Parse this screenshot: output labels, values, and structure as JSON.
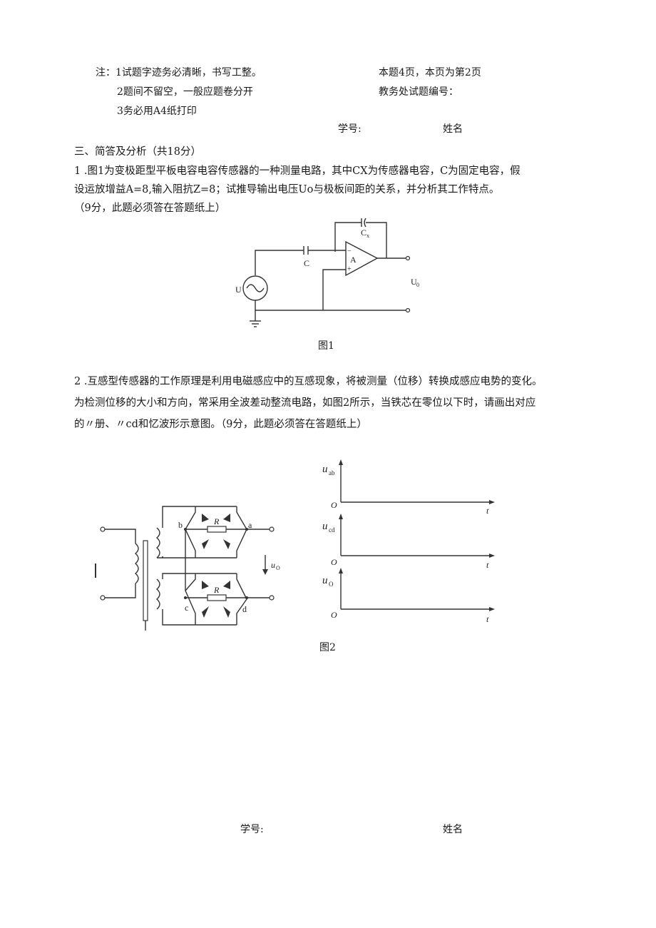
{
  "header": {
    "notes": [
      "注：1试题字迹务必清晰，书写工整。",
      "2题间不留空，一般应题卷分开",
      "3务必用A4纸打印"
    ],
    "page_info": "本题4页，本页为第2页",
    "exam_code_label": "教务处试题编号：",
    "student_id_label": "学号:",
    "name_label": "姓名"
  },
  "section": {
    "title": "三、简答及分析（共18分）"
  },
  "q1": {
    "line1": "1 .图1为变极距型平板电容电容传感器的一种测量电路，其中CX为传感器电容，C为固定电容，假",
    "line2": "设运放增益A=8,输入阻抗Z=8；试推导输出电压Uo与极板间距的关系，并分析其工作特点。",
    "line3": "（9分，此题必须答在答题纸上）"
  },
  "fig1": {
    "label_cx": "C",
    "label_cx_sub": "x",
    "label_c": "C",
    "label_a": "A",
    "label_minus": "−",
    "label_plus": "+",
    "label_u": "U",
    "label_uo": "U",
    "label_uo_sub": "0",
    "caption": "图1"
  },
  "q2": {
    "line1": "2 .互感型传感器的工作原理是利用电磁感应中的互感现象，将被测量（位移）转换成感应电势的变化。",
    "line2": "为检测位移的大小和方向，常采用全波差动整流电路，如图2所示，当铁芯在零位以下时，请画出对应",
    "line3": "的〃册、〃cd和忆波形示意图。（9分，此题必须答在答题纸上）"
  },
  "fig2": {
    "label_b": "b",
    "label_a": "a",
    "label_c": "c",
    "label_d": "d",
    "label_r": "R",
    "label_uo": "u",
    "label_uo_sub": "O",
    "axes": [
      {
        "ylabel": "u",
        "ysub": "ab",
        "origin": "O",
        "xlabel": "t"
      },
      {
        "ylabel": "u",
        "ysub": "cd",
        "origin": "O",
        "xlabel": "t"
      },
      {
        "ylabel": "u",
        "ysub": "O",
        "origin": "O",
        "xlabel": "t"
      }
    ],
    "caption": "图2"
  },
  "footer": {
    "student_id_label": "学号:",
    "name_label": "姓名"
  }
}
